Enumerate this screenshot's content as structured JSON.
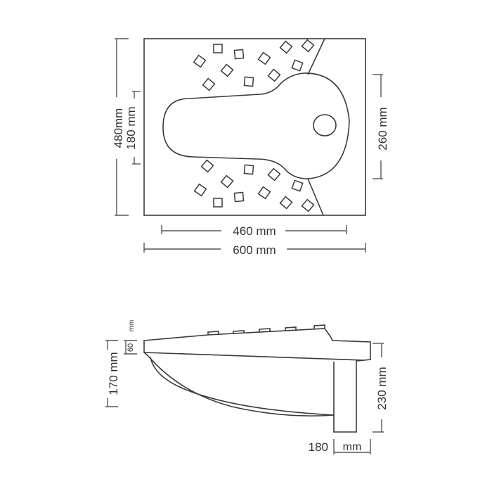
{
  "top_view": {
    "dim_outer_height": "480mm",
    "dim_inner_height": "180 mm",
    "dim_bowl_height": "260 mm",
    "dim_inner_width": "460 mm",
    "dim_outer_width": "600 mm"
  },
  "side_view": {
    "dim_rim_height": "60",
    "dim_rim_unit": "mm",
    "dim_front_height": "170 mm",
    "dim_back_height": "230 mm",
    "dim_outlet_value": "180",
    "dim_outlet_unit": "mm"
  },
  "colors": {
    "line": "#3a3a3a",
    "text": "#333333",
    "background": "#ffffff"
  }
}
